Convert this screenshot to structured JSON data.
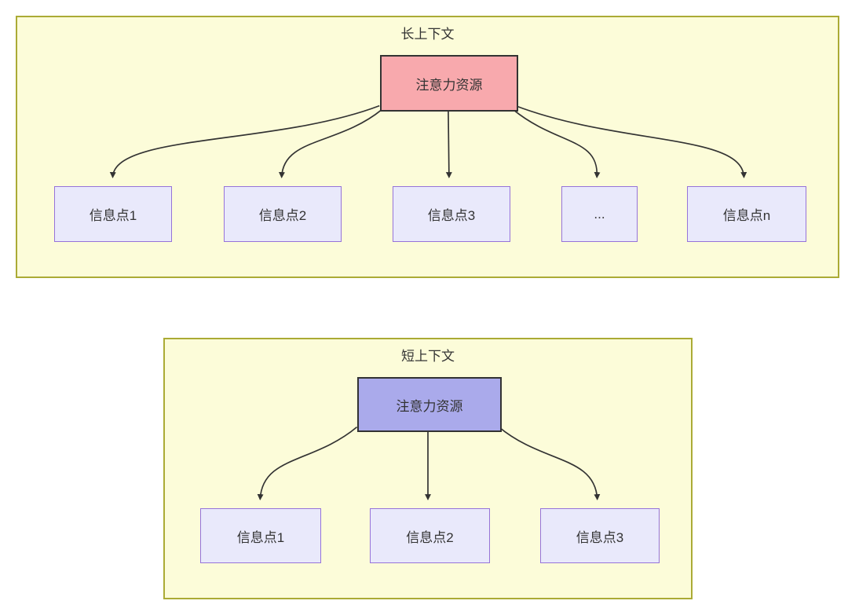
{
  "colors": {
    "container_bg": "#fcfcd9",
    "container_border": "#abab35",
    "attention_long_fill": "#f8a9ad",
    "attention_short_fill": "#aaaaeb",
    "attention_border": "#333333",
    "info_fill": "#e9e9fb",
    "info_border": "#9673d9",
    "arrow": "#333333",
    "text": "#333333"
  },
  "long_context": {
    "title": "长上下文",
    "attention_label": "注意力资源",
    "info_points": [
      {
        "label": "信息点1"
      },
      {
        "label": "信息点2"
      },
      {
        "label": "信息点3"
      },
      {
        "label": "..."
      },
      {
        "label": "信息点n"
      }
    ]
  },
  "short_context": {
    "title": "短上下文",
    "attention_label": "注意力资源",
    "info_points": [
      {
        "label": "信息点1"
      },
      {
        "label": "信息点2"
      },
      {
        "label": "信息点3"
      }
    ]
  }
}
